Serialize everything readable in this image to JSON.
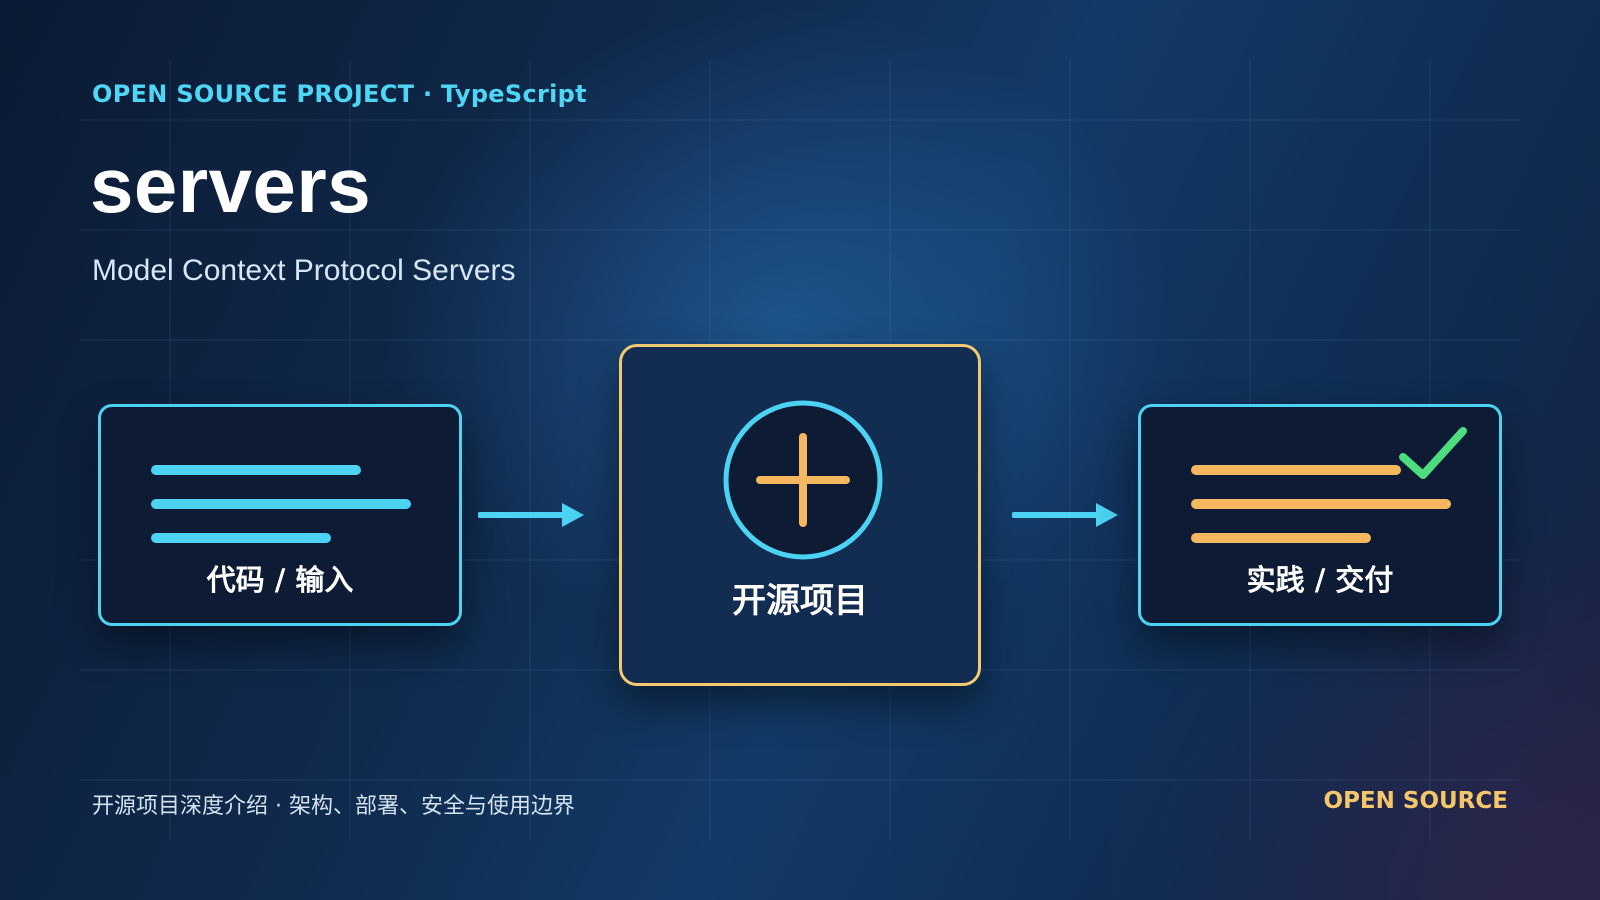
{
  "header": {
    "tag": "OPEN SOURCE PROJECT · TypeScript",
    "title": "servers",
    "subtitle": "Model Context Protocol Servers"
  },
  "flow": {
    "input": {
      "label": "代码 / 输入",
      "icon": "text-lines-icon"
    },
    "center": {
      "label": "开源项目",
      "icon": "plus-circle-icon"
    },
    "output": {
      "label": "实践 / 交付",
      "icon": "checkmark-icon"
    }
  },
  "footer": {
    "left": "开源项目深度介绍 · 架构、部署、安全与使用边界",
    "right": "OPEN SOURCE"
  },
  "colors": {
    "cyan": "#4cd2f2",
    "orange": "#f6b85e",
    "gold_border": "#f2c870",
    "green_check": "#4ddc7e",
    "background": "#102a4d"
  }
}
